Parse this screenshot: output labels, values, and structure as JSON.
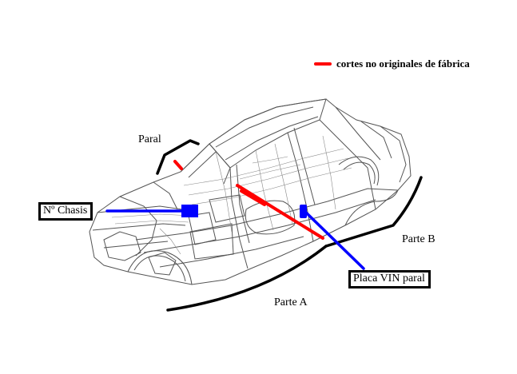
{
  "legend": {
    "swatch_color": "#ff0000",
    "text": "cortes no originales de fábrica"
  },
  "labels": {
    "paral": "Paral",
    "chasis": "Nº Chasis",
    "placa_vin": "Placa VIN paral",
    "parte_a": "Parte A",
    "parte_b": "Parte B"
  },
  "colors": {
    "cut_lines": "#ff0000",
    "pointers": "#0000ff",
    "section_lines": "#000000",
    "body_lines": "#555555"
  }
}
